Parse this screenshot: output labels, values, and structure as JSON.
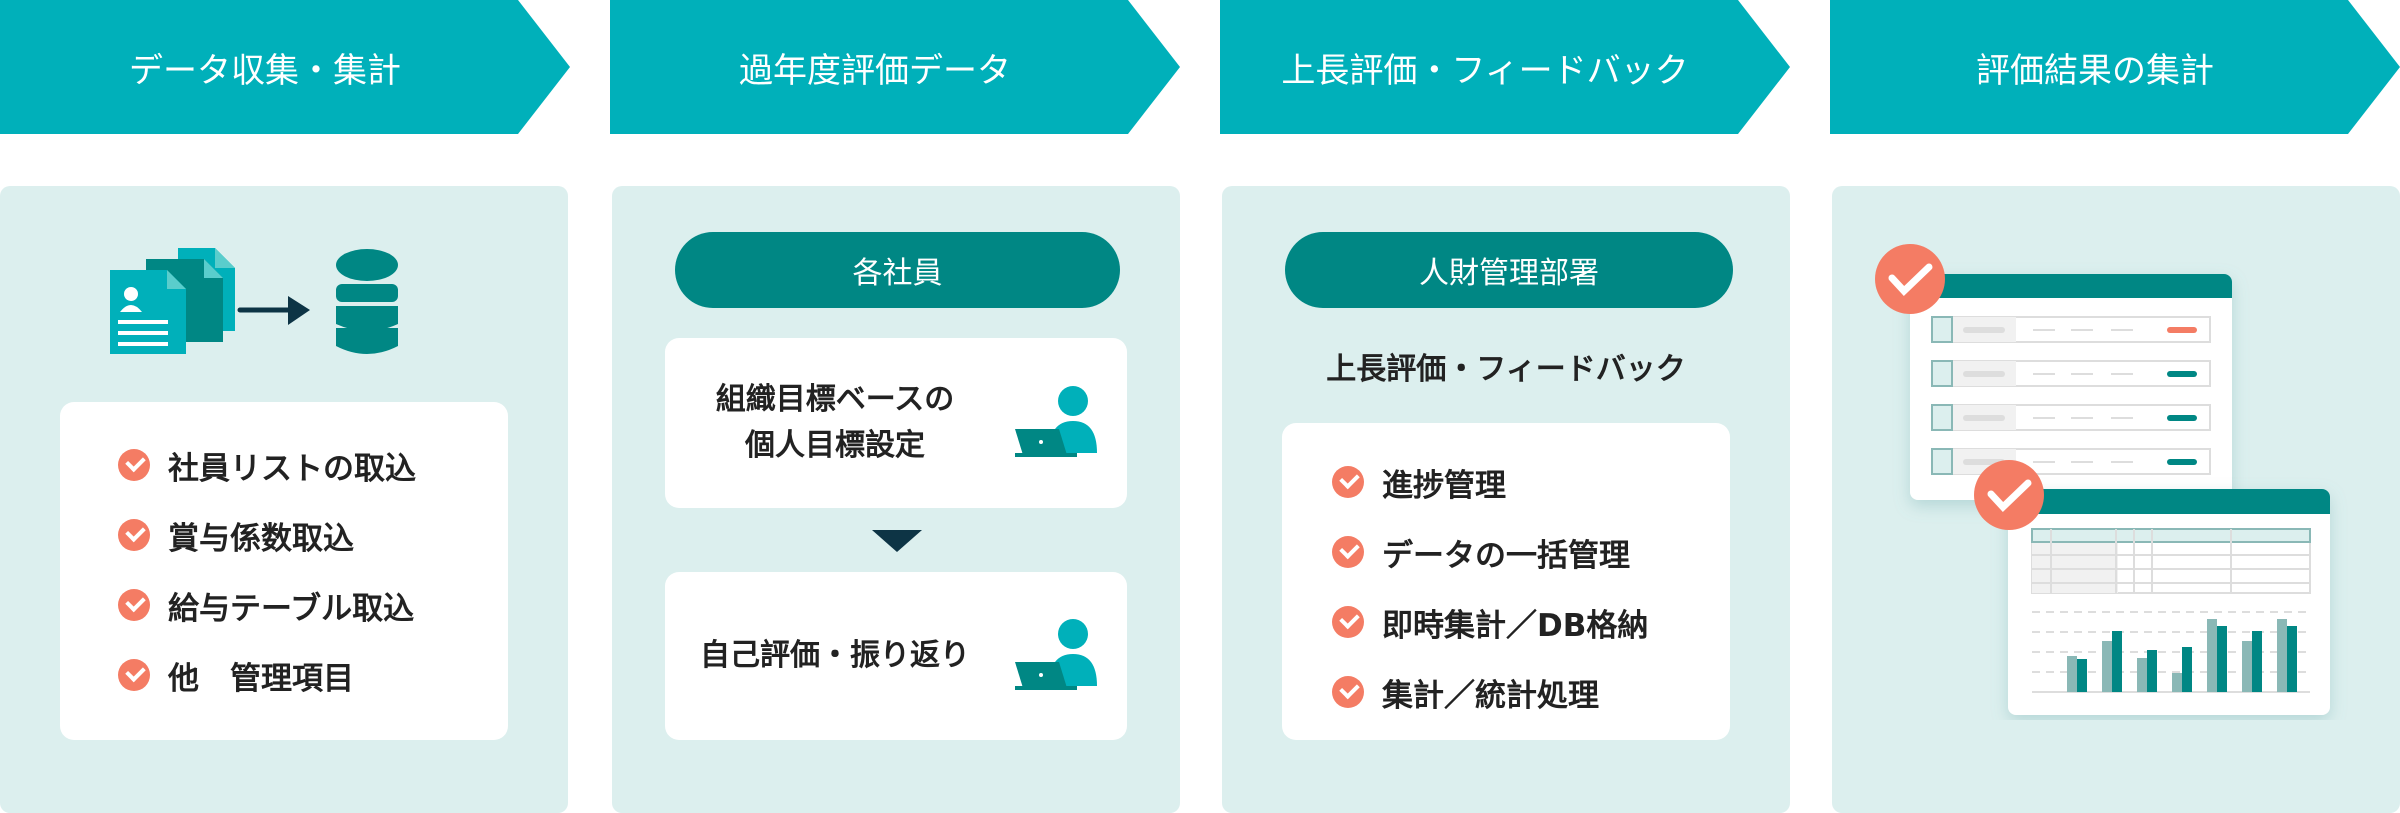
{
  "steps": [
    {
      "title": "データ収集・集計",
      "items": [
        "社員リストの取込",
        "賞与係数取込",
        "給与テーブル取込",
        "他　管理項目"
      ]
    },
    {
      "title": "過年度評価データ",
      "role": "各社員",
      "cards": [
        "組織目標ベースの\n個人目標設定",
        "自己評価・振り返り"
      ]
    },
    {
      "title": "上長評価・フィードバック",
      "role": "人財管理部署",
      "subtitle": "上長評価・フィードバック",
      "items": [
        "進捗管理",
        "データの一括管理",
        "即時集計／DB格納",
        "集計／統計処理"
      ]
    },
    {
      "title": "評価結果の集計"
    }
  ],
  "colors": {
    "header": "#00b0ba",
    "panel": "#dcefee",
    "dark": "#008784",
    "accent": "#f47c64"
  }
}
